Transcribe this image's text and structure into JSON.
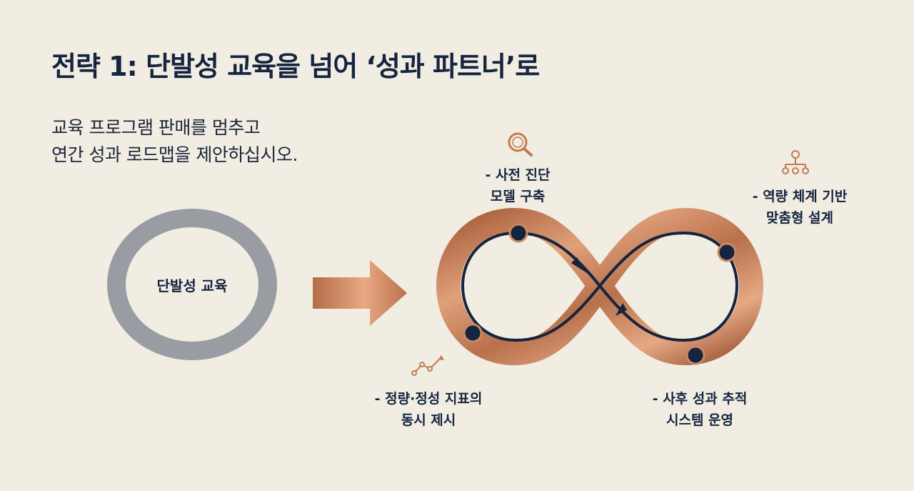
{
  "title": "전략 1: 단발성 교육을 넘어 ‘성과 파트너’로",
  "subtitle": {
    "line1": "교육 프로그램 판매를 멈추고",
    "line2": "연간 성과 로드맵을 제안하십시오."
  },
  "left": {
    "label": "단발성 교육"
  },
  "steps": [
    {
      "line1": "- 사전 진단",
      "line2": "모델 구축",
      "icon": "magnifier-icon"
    },
    {
      "line1": "- 역량 체계 기반",
      "line2": "맞춤형 설계",
      "icon": "hierarchy-icon"
    },
    {
      "line1": "- 사후 성과 추적",
      "line2": "시스템 운영",
      "icon": "none"
    },
    {
      "line1": "- 정량·정성 지표의",
      "line2": "동시 제시",
      "icon": "trend-line-icon"
    }
  ],
  "colors": {
    "navy": "#15243f",
    "copper": "#c27a52",
    "ring_gray": "#999ca3",
    "background": "#f1ede3"
  }
}
